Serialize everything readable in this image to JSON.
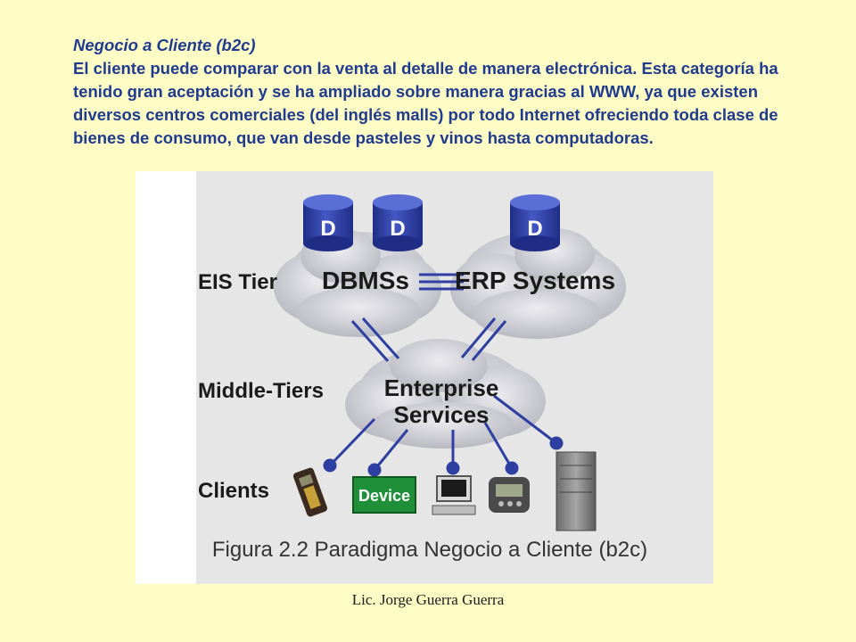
{
  "slide": {
    "heading": "Negocio a Cliente (b2c)",
    "paragraph": "El cliente puede comparar con la venta al detalle de manera electrónica. Esta categoría ha tenido gran aceptación y se ha ampliado sobre manera gracias al WWW, ya que existen diversos centros comerciales (del inglés malls) por todo Internet ofreciendo toda clase de bienes de consumo, que van desde pasteles y vinos hasta computadoras.",
    "footer": "Lic. Jorge Guerra Guerra"
  },
  "diagram": {
    "tiers": {
      "eis": "EIS Tier",
      "middle": "Middle-Tiers",
      "clients": "Clients"
    },
    "clouds": {
      "dbms": "DBMSs",
      "erp": "ERP Systems",
      "enterprise_line1": "Enterprise",
      "enterprise_line2": "Services"
    },
    "database_letter": "D",
    "device_label": "Device",
    "caption": "Figura 2.2 Paradigma Negocio a Cliente (b2c)",
    "colors": {
      "database": "#2e3fa2",
      "device": "#1f8f3a",
      "cloud": "#c9c9cf",
      "link": "#2e3fa2"
    }
  }
}
